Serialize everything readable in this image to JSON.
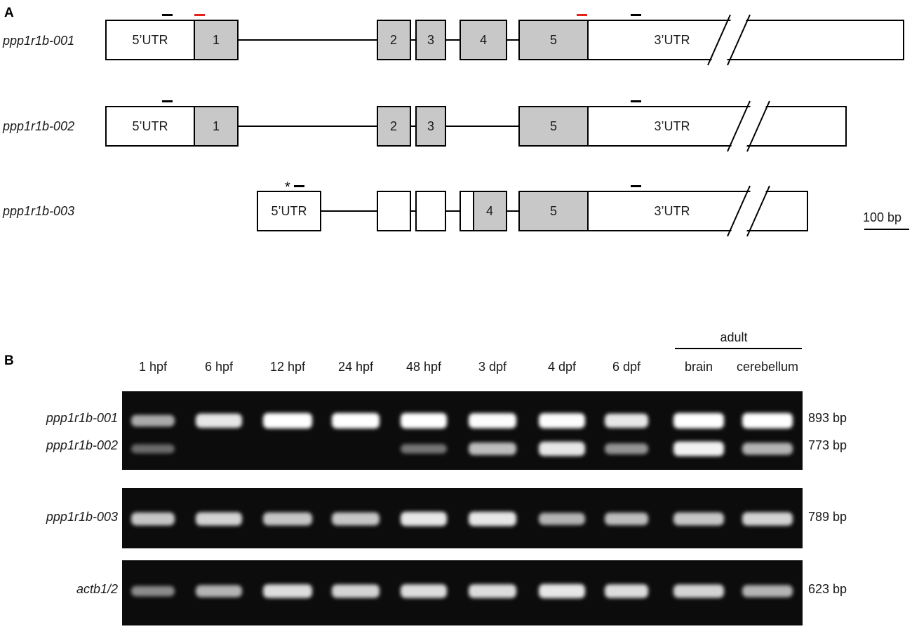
{
  "panel_a": {
    "label": "A",
    "scale_bar_label": "100 bp",
    "transcripts": [
      {
        "name": "ppp1r1b-001",
        "utr5": "5’UTR",
        "exons": [
          "1",
          "2",
          "3",
          "4",
          "5"
        ],
        "utr3": "3’UTR"
      },
      {
        "name": "ppp1r1b-002",
        "utr5": "5’UTR",
        "exons": [
          "1",
          "2",
          "3",
          "5"
        ],
        "utr3": "3’UTR"
      },
      {
        "name": "ppp1r1b-003",
        "utr5": "5’UTR",
        "exons": [
          "4",
          "5"
        ],
        "utr3": "3’UTR",
        "marker": "*"
      }
    ],
    "colors": {
      "coding_exon": "#c8c8c8",
      "utr": "#ffffff",
      "primer_black": "#000000",
      "primer_red": "#e2231a"
    }
  },
  "panel_b": {
    "label": "B",
    "adult_header": "adult",
    "lanes": [
      "1 hpf",
      "6 hpf",
      "12 hpf",
      "24 hpf",
      "48 hpf",
      "3 dpf",
      "4 dpf",
      "6 dpf",
      "brain",
      "cerebellum"
    ],
    "gels": [
      {
        "rows": [
          {
            "name": "ppp1r1b-001",
            "size": "893 bp",
            "intensity": [
              0.55,
              0.85,
              1.0,
              1.0,
              1.0,
              0.95,
              0.95,
              0.85,
              1.0,
              1.0
            ]
          },
          {
            "name": "ppp1r1b-002",
            "size": "773 bp",
            "intensity": [
              0.25,
              0.05,
              0.05,
              0.05,
              0.3,
              0.65,
              0.85,
              0.45,
              0.9,
              0.6
            ]
          }
        ]
      },
      {
        "rows": [
          {
            "name": "ppp1r1b-003",
            "size": "789 bp",
            "intensity": [
              0.7,
              0.75,
              0.7,
              0.7,
              0.85,
              0.85,
              0.6,
              0.65,
              0.7,
              0.75
            ]
          }
        ]
      },
      {
        "rows": [
          {
            "name": "actb1/2",
            "size": "623 bp",
            "intensity": [
              0.4,
              0.6,
              0.8,
              0.75,
              0.8,
              0.8,
              0.85,
              0.8,
              0.75,
              0.6
            ]
          }
        ]
      }
    ],
    "colors": {
      "gel_background": "#0c0c0c",
      "band": "#ffffff"
    }
  }
}
